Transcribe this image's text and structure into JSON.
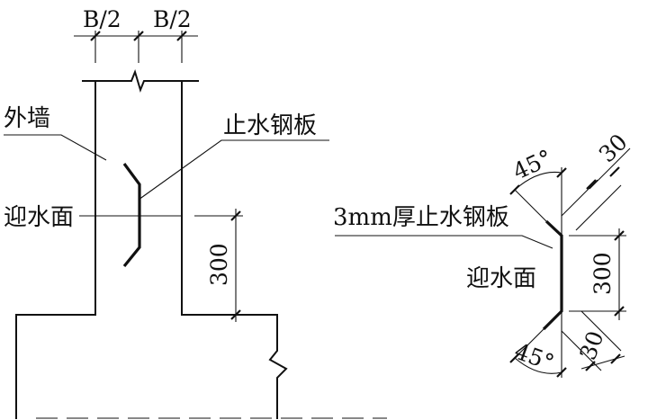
{
  "labels": {
    "half_width_left": "B/2",
    "half_width_right": "B/2",
    "outer_wall": "外墙",
    "waterstop_plate": "止水钢板",
    "water_facing_left": "迎水面",
    "height_left": "300",
    "angle_top": "45°",
    "offset_top": "30",
    "plate_spec": "3mm厚止水钢板",
    "height_right": "300",
    "water_facing_right": "迎水面",
    "angle_bottom": "45°",
    "offset_bottom": "30"
  }
}
